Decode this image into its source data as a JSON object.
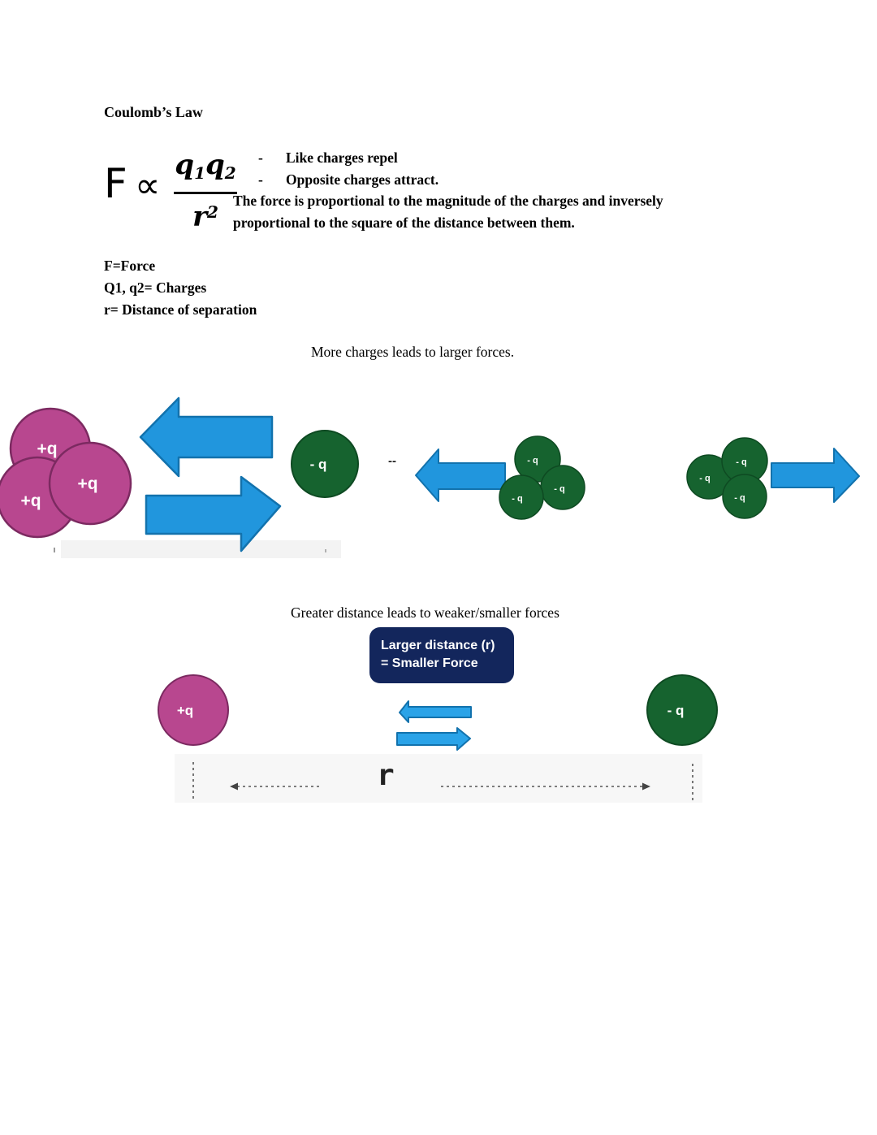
{
  "document": {
    "title": "Coulomb’s Law",
    "formula": {
      "force_symbol": "F",
      "proportional_symbol": "∝",
      "q1_base": "q",
      "q1_sub": "1",
      "q2_base": "q",
      "q2_sub": "2",
      "r_base": "r",
      "r_exponent": "2"
    },
    "bullets": [
      {
        "marker": "-",
        "text": "Like charges repel"
      },
      {
        "marker": "-",
        "text": "Opposite charges attract."
      }
    ],
    "force_description": "The force is proportional to the magnitude of the charges and inversely proportional to the square of the distance between them.",
    "definitions": [
      {
        "text": "F=Force"
      },
      {
        "text": "Q1, q2= Charges"
      },
      {
        "text": "r= Distance of separation"
      }
    ],
    "captions": {
      "more_charges": "More charges leads to larger forces.",
      "greater_distance": "Greater distance leads to weaker/smaller forces"
    },
    "callout": {
      "line1": "Larger distance (r)",
      "line2": "= Smaller Force"
    },
    "labels": {
      "positive_charge": "+q",
      "negative_charge": "- q",
      "distance": "r",
      "double_dash": "--"
    },
    "colors": {
      "positive_charge_fill": "#b8478f",
      "positive_charge_stroke": "#7c2a61",
      "negative_charge_fill": "#16632f",
      "negative_charge_stroke": "#0e4a22",
      "arrow_fill": "#2196dd",
      "arrow_stroke": "#1272ad",
      "small_arrow_fill": "#2aa3e8",
      "callout_background": "#13265c",
      "callout_text": "#ffffff"
    }
  }
}
